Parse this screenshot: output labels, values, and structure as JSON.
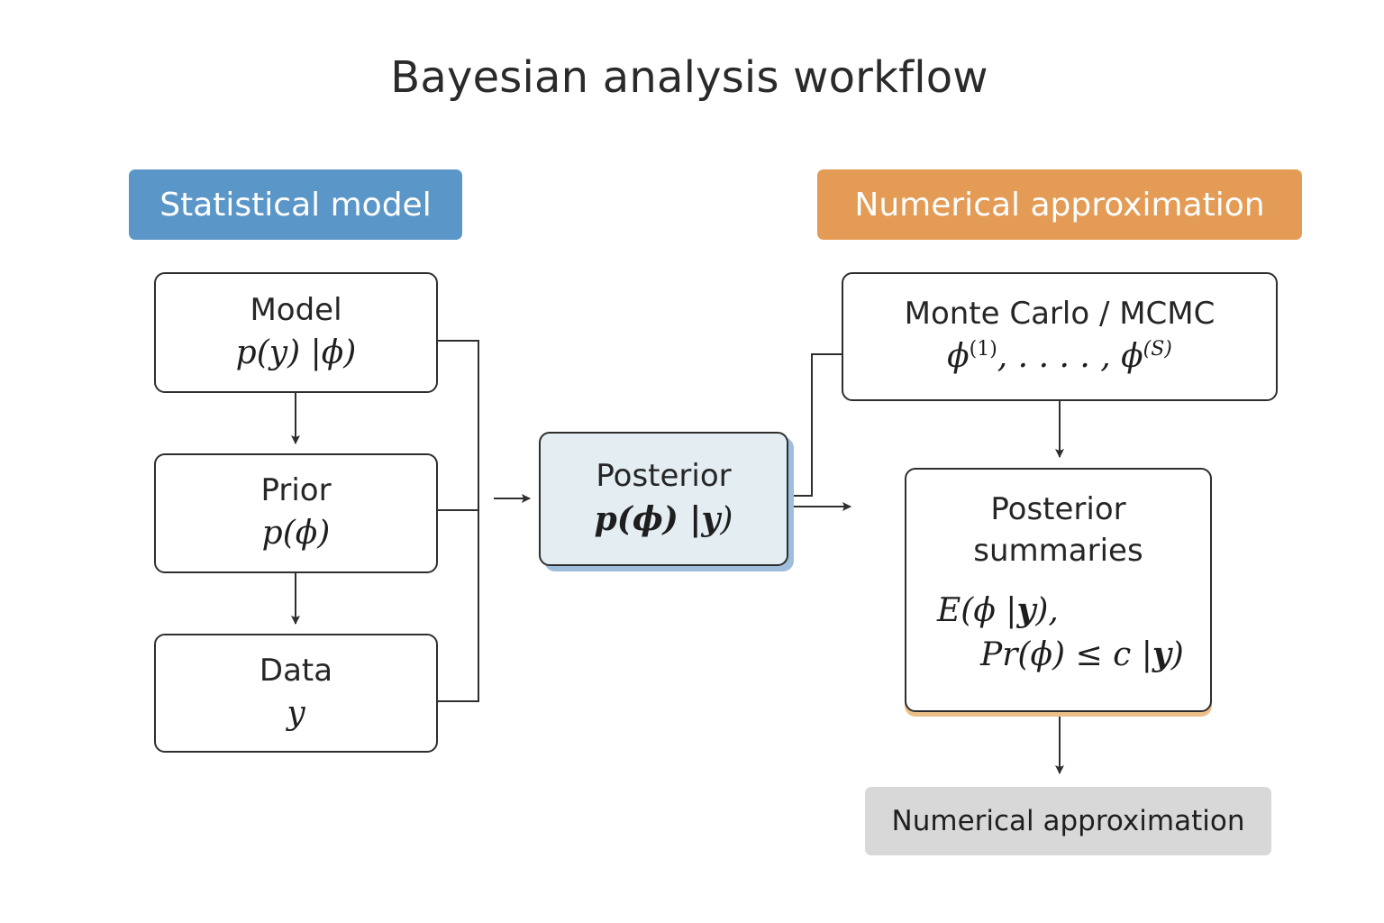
{
  "title": "Bayesian analysis workflow",
  "headers": {
    "left": {
      "label": "Statistical model",
      "color": "#5b96c8"
    },
    "right": {
      "label": "Numerical approximation",
      "color": "#e39b55"
    }
  },
  "nodes": {
    "model": {
      "label": "Model",
      "math": "p(y) |ϕ)"
    },
    "prior": {
      "label": "Prior",
      "math": "p(ϕ)"
    },
    "data": {
      "label": "Data",
      "math": "y"
    },
    "posterior": {
      "label": "Posterior",
      "math_a": "p(ϕ) |",
      "math_b": "y",
      "math_c": ")",
      "fill": "#e3edf2"
    },
    "mcmc": {
      "label": "Monte Carlo / MCMC",
      "math_a": "ϕ",
      "sup_a": "(1)",
      "math_mid": ", . . . . , ϕ",
      "sup_b": "(S)"
    },
    "summaries": {
      "label_line1": "Posterior",
      "label_line2": "summaries",
      "math1_a": "E(ϕ |",
      "math1_b": "y",
      "math1_c": "),",
      "math2_a": "Pr(ϕ) ≤ c |",
      "math2_b": "y",
      "math2_c": ")"
    }
  },
  "footer": {
    "label": "Numerical approximation",
    "color": "#d8d8d8"
  },
  "edges": [
    {
      "from": "model",
      "to": "prior"
    },
    {
      "from": "prior",
      "to": "data"
    },
    {
      "from": "model",
      "to": "posterior"
    },
    {
      "from": "prior",
      "to": "posterior"
    },
    {
      "from": "data",
      "to": "posterior"
    },
    {
      "from": "posterior",
      "to": "mcmc"
    },
    {
      "from": "posterior",
      "to": "summaries"
    },
    {
      "from": "mcmc",
      "to": "summaries"
    },
    {
      "from": "summaries",
      "to": "footer"
    }
  ]
}
